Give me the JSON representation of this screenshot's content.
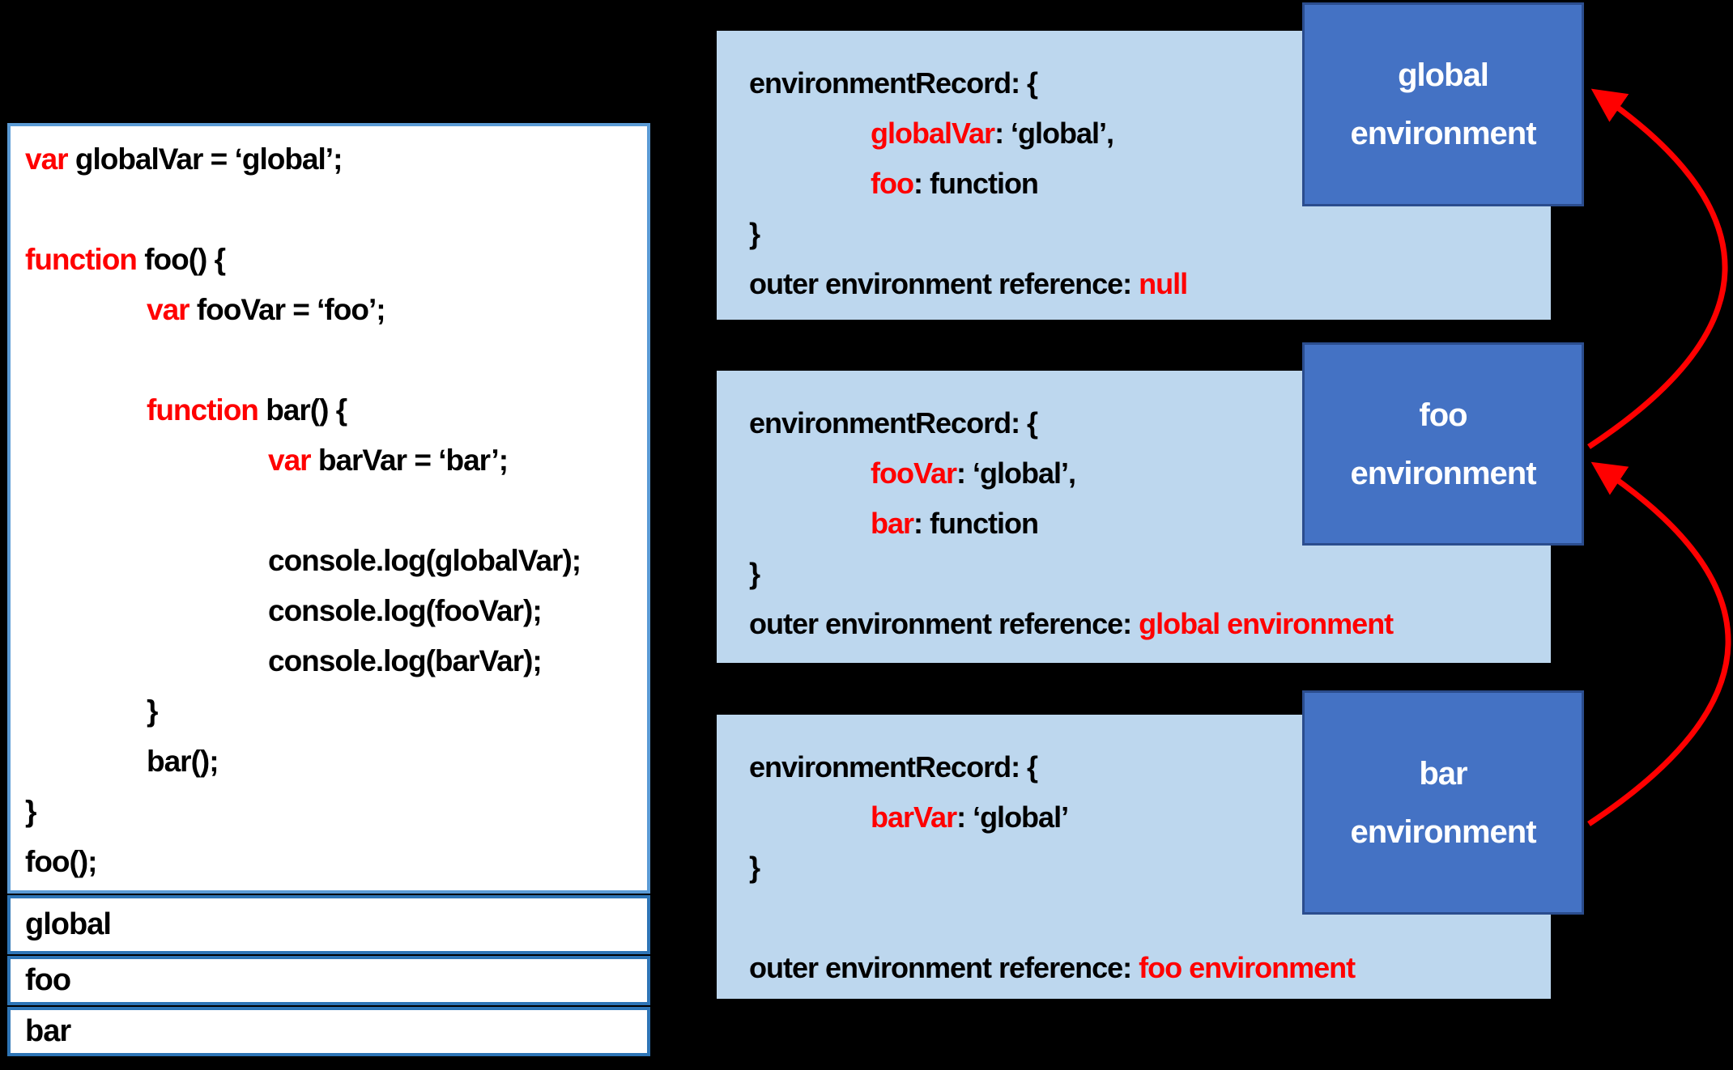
{
  "colors": {
    "background": "#000000",
    "record_bg": "#BDD7EE",
    "env_box_bg": "#4472C4",
    "env_box_border": "#2B4D8E",
    "code_box_border": "#5B9BD5",
    "output_row_border": "#2E75B6",
    "keyword_red": "#FF0000",
    "arrow_red": "#FF0000",
    "code_text": "#000000",
    "env_label_text": "#FFFFFF"
  },
  "code_panel": {
    "lines": [
      {
        "indent": 0,
        "segments": [
          {
            "text": "var ",
            "red": true
          },
          {
            "text": "globalVar = ‘global’;"
          }
        ]
      },
      {
        "indent": 0,
        "segments": []
      },
      {
        "indent": 0,
        "segments": [
          {
            "text": "function ",
            "red": true
          },
          {
            "text": "foo() {"
          }
        ]
      },
      {
        "indent": 1,
        "segments": [
          {
            "text": "var ",
            "red": true
          },
          {
            "text": "fooVar = ‘foo’;"
          }
        ]
      },
      {
        "indent": 1,
        "segments": []
      },
      {
        "indent": 1,
        "segments": [
          {
            "text": "function ",
            "red": true
          },
          {
            "text": "bar() {"
          }
        ]
      },
      {
        "indent": 2,
        "segments": [
          {
            "text": "var ",
            "red": true
          },
          {
            "text": "barVar = ‘bar’;"
          }
        ]
      },
      {
        "indent": 2,
        "segments": []
      },
      {
        "indent": 2,
        "segments": [
          {
            "text": "console.log(globalVar);"
          }
        ]
      },
      {
        "indent": 2,
        "segments": [
          {
            "text": "console.log(fooVar);"
          }
        ]
      },
      {
        "indent": 2,
        "segments": [
          {
            "text": "console.log(barVar);"
          }
        ]
      },
      {
        "indent": 1,
        "segments": [
          {
            "text": "}"
          }
        ]
      },
      {
        "indent": 1,
        "segments": [
          {
            "text": "bar();"
          }
        ]
      },
      {
        "indent": 0,
        "segments": [
          {
            "text": "}"
          }
        ]
      },
      {
        "indent": 0,
        "segments": [
          {
            "text": "foo();"
          }
        ]
      }
    ]
  },
  "console_output": {
    "rows": [
      "global",
      "foo",
      "bar"
    ]
  },
  "environments": [
    {
      "id": "global",
      "label_lines": [
        "global",
        "environment"
      ],
      "record_lines": [
        {
          "indent": 0,
          "segments": [
            {
              "text": "environmentRecord: {"
            }
          ]
        },
        {
          "indent": 1,
          "segments": [
            {
              "text": "globalVar",
              "red": true
            },
            {
              "text": ": ‘global’,"
            }
          ]
        },
        {
          "indent": 1,
          "segments": [
            {
              "text": "foo",
              "red": true
            },
            {
              "text": ": function"
            }
          ]
        },
        {
          "indent": 0,
          "segments": [
            {
              "text": "}"
            }
          ]
        },
        {
          "indent": 0,
          "segments": [
            {
              "text": "outer environment reference: "
            },
            {
              "text": "null",
              "red": true
            }
          ]
        }
      ]
    },
    {
      "id": "foo",
      "label_lines": [
        "foo",
        "environment"
      ],
      "record_lines": [
        {
          "indent": 0,
          "segments": [
            {
              "text": "environmentRecord: {"
            }
          ]
        },
        {
          "indent": 1,
          "segments": [
            {
              "text": "fooVar",
              "red": true
            },
            {
              "text": ": ‘global’,"
            }
          ]
        },
        {
          "indent": 1,
          "segments": [
            {
              "text": "bar",
              "red": true
            },
            {
              "text": ": function"
            }
          ]
        },
        {
          "indent": 0,
          "segments": [
            {
              "text": "}"
            }
          ]
        },
        {
          "indent": 0,
          "segments": [
            {
              "text": "outer environment reference: "
            },
            {
              "text": "global environment",
              "red": true
            }
          ]
        }
      ]
    },
    {
      "id": "bar",
      "label_lines": [
        "bar",
        "environment"
      ],
      "record_lines": [
        {
          "indent": 0,
          "segments": [
            {
              "text": "environmentRecord: {"
            }
          ]
        },
        {
          "indent": 1,
          "segments": [
            {
              "text": "barVar",
              "red": true
            },
            {
              "text": ": ‘global’"
            }
          ]
        },
        {
          "indent": 0,
          "segments": [
            {
              "text": "}"
            }
          ]
        },
        {
          "indent": 0,
          "segments": []
        },
        {
          "indent": 0,
          "segments": [
            {
              "text": "outer environment reference: "
            },
            {
              "text": "foo environment",
              "red": true
            }
          ]
        }
      ]
    }
  ],
  "arrows": [
    {
      "id": "foo-to-global",
      "description": "outer reference arrow from foo environment to global environment"
    },
    {
      "id": "bar-to-foo",
      "description": "outer reference arrow from bar environment to foo environment"
    }
  ]
}
